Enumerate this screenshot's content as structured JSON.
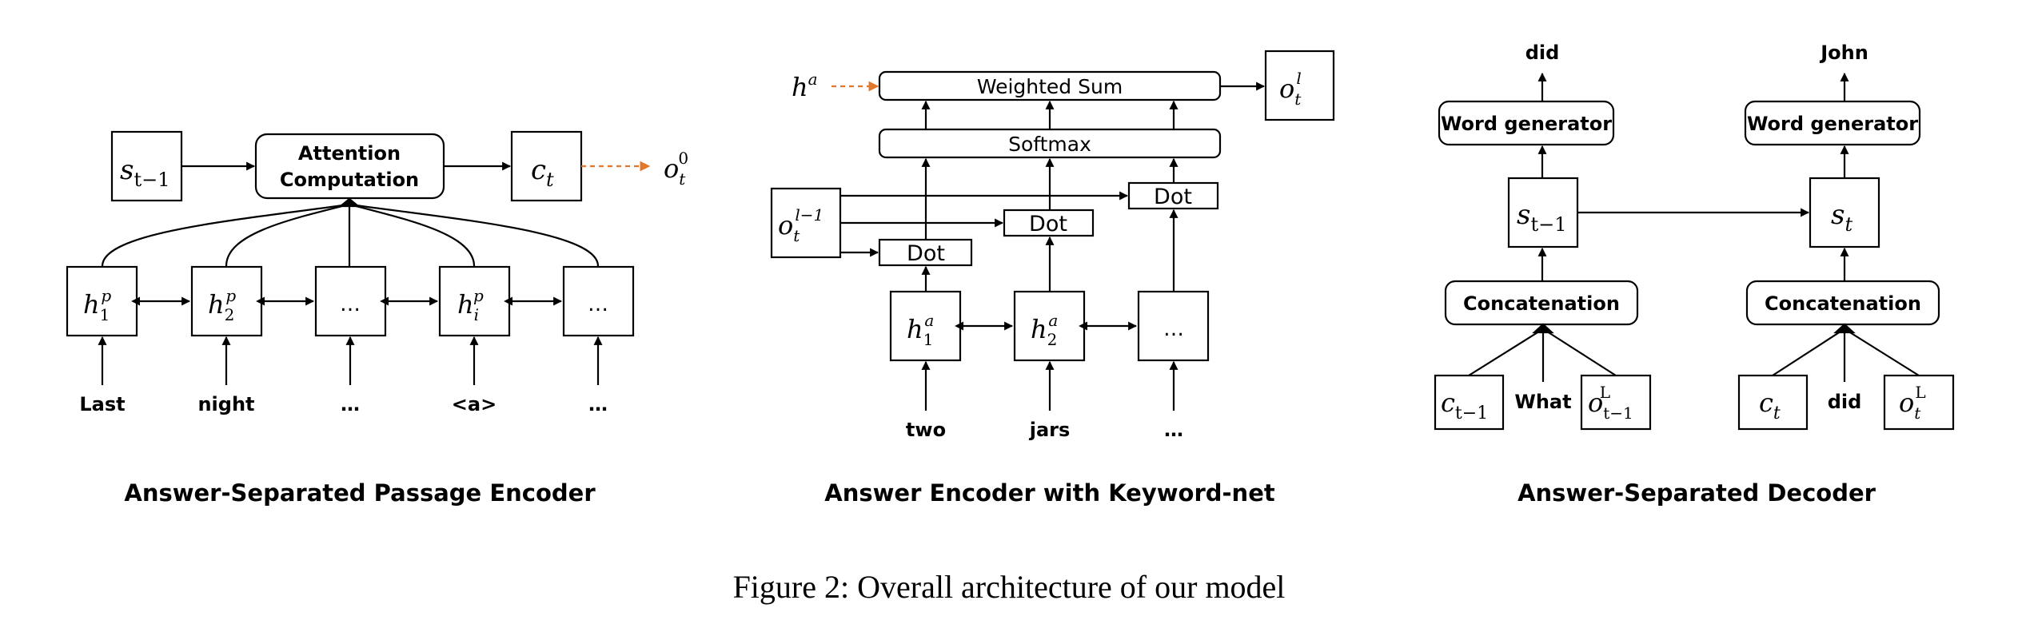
{
  "colors": {
    "ink": "#000000",
    "accent": "#E2772B"
  },
  "panel1": {
    "title": "Answer-Separated Passage Encoder",
    "attention_line1": "Attention",
    "attention_line2": "Computation",
    "state_prev": {
      "base": "s",
      "sub": "t−1"
    },
    "context": {
      "base": "c",
      "sub": "t"
    },
    "output": {
      "base": "o",
      "sub": "t",
      "sup": "0"
    },
    "hidden_nodes": [
      {
        "base": "h",
        "sub": "1",
        "sup": "p"
      },
      {
        "base": "h",
        "sub": "2",
        "sup": "p"
      },
      {
        "text": "…"
      },
      {
        "base": "h",
        "sub": "i",
        "sup": "p"
      },
      {
        "text": "…"
      }
    ],
    "tokens": [
      "Last",
      "night",
      "…",
      "<a>",
      "…"
    ]
  },
  "panel2": {
    "title": "Answer Encoder with Keyword-net",
    "weighted_sum": "Weighted Sum",
    "softmax": "Softmax",
    "dot": "Dot",
    "answer_vec": {
      "base": "h",
      "sup": "a"
    },
    "output": {
      "base": "o",
      "sub": "t",
      "sup": "l"
    },
    "prev_output": {
      "base": "o",
      "sub": "t",
      "sup": "l−1"
    },
    "hidden_nodes": [
      {
        "base": "h",
        "sub": "1",
        "sup": "a"
      },
      {
        "base": "h",
        "sub": "2",
        "sup": "a"
      },
      {
        "text": "…"
      }
    ],
    "tokens": [
      "two",
      "jars",
      "…"
    ]
  },
  "panel3": {
    "title": "Answer-Separated Decoder",
    "word_generator": "Word generator",
    "concatenation": "Concatenation",
    "left": {
      "output_word": "did",
      "state": {
        "base": "s",
        "sub": "t−1"
      },
      "context": {
        "base": "c",
        "sub": "t−1"
      },
      "input_word": "What",
      "keyword": {
        "base": "o",
        "sub": "t−1",
        "sup": "L"
      }
    },
    "right": {
      "output_word": "John",
      "state": {
        "base": "s",
        "sub": "t"
      },
      "context": {
        "base": "c",
        "sub": "t"
      },
      "input_word": "did",
      "keyword": {
        "base": "o",
        "sub": "t",
        "sup": "L"
      }
    }
  },
  "caption": "Figure 2: Overall architecture of our model"
}
